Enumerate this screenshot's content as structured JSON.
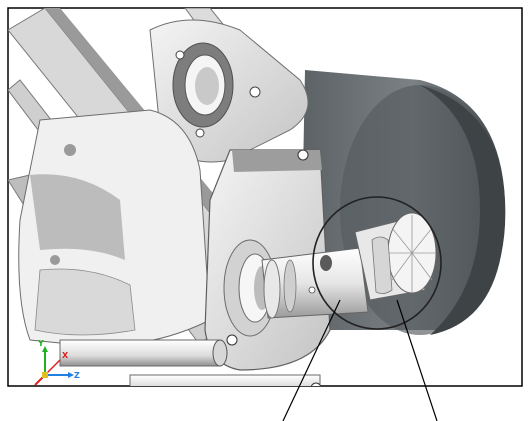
{
  "viewport": {
    "axes": {
      "x_label": "X",
      "y_label": "Y",
      "z_label": "Z",
      "x_color": "#e02020",
      "y_color": "#20b020",
      "z_color": "#2080e0"
    },
    "colors": {
      "frame": "#000000",
      "motor_dark": "#4a4f52",
      "motor_mid": "#6c7275",
      "part_light": "#f2f2f2",
      "part_shadow": "#8a8a8a",
      "part_mid": "#bdbdbd"
    },
    "callout": {
      "icon": "magnifier-circle-icon"
    }
  }
}
